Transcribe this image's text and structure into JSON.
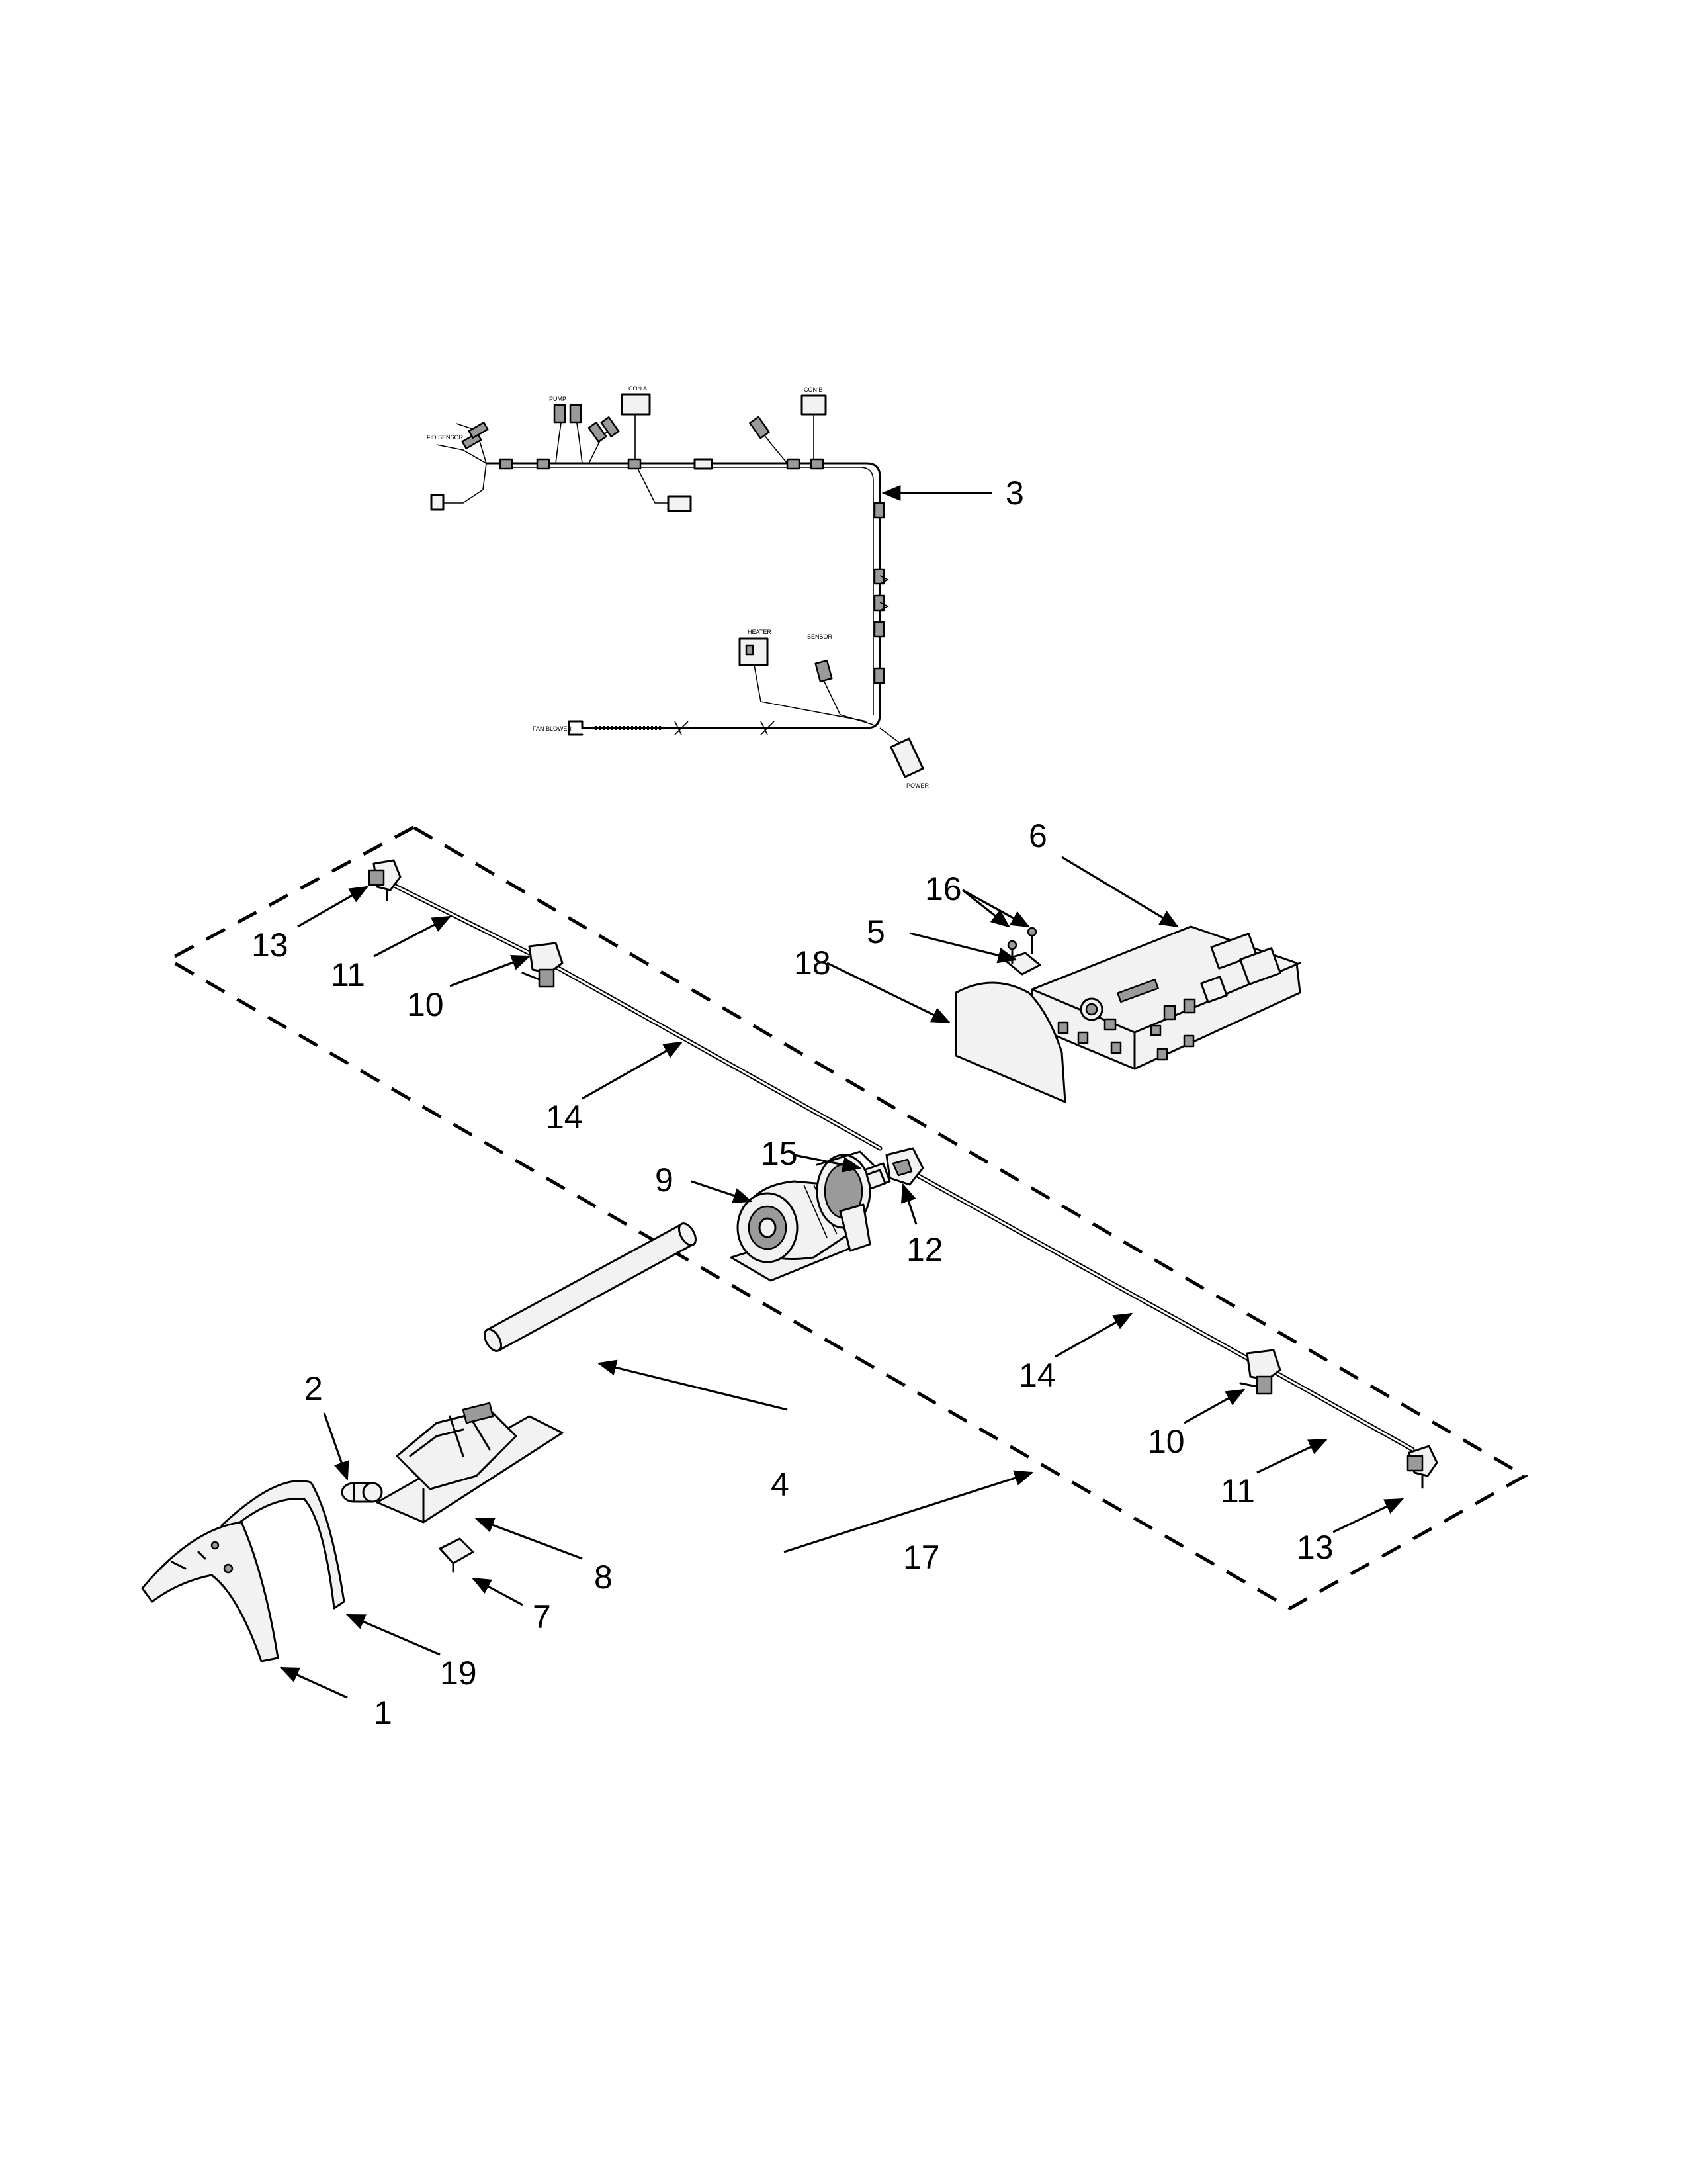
{
  "callouts": {
    "c1": "1",
    "c2": "2",
    "c3": "3",
    "c4": "4",
    "c5": "5",
    "c6": "6",
    "c7": "7",
    "c8": "8",
    "c9": "9",
    "c10": "10",
    "c11": "11",
    "c12": "12",
    "c13": "13",
    "c14": "14",
    "c15": "15",
    "c16": "16",
    "c17": "17",
    "c18": "18",
    "c19": "19"
  },
  "harness_labels": {
    "heater": "HEATER",
    "sensor": "SENSOR",
    "fan_blower": "FAN BLOWER",
    "power": "POWER",
    "con_a": "CON A",
    "con_b": "CON B",
    "pump": "PUMP",
    "fid_sensor": "FID SENSOR"
  }
}
